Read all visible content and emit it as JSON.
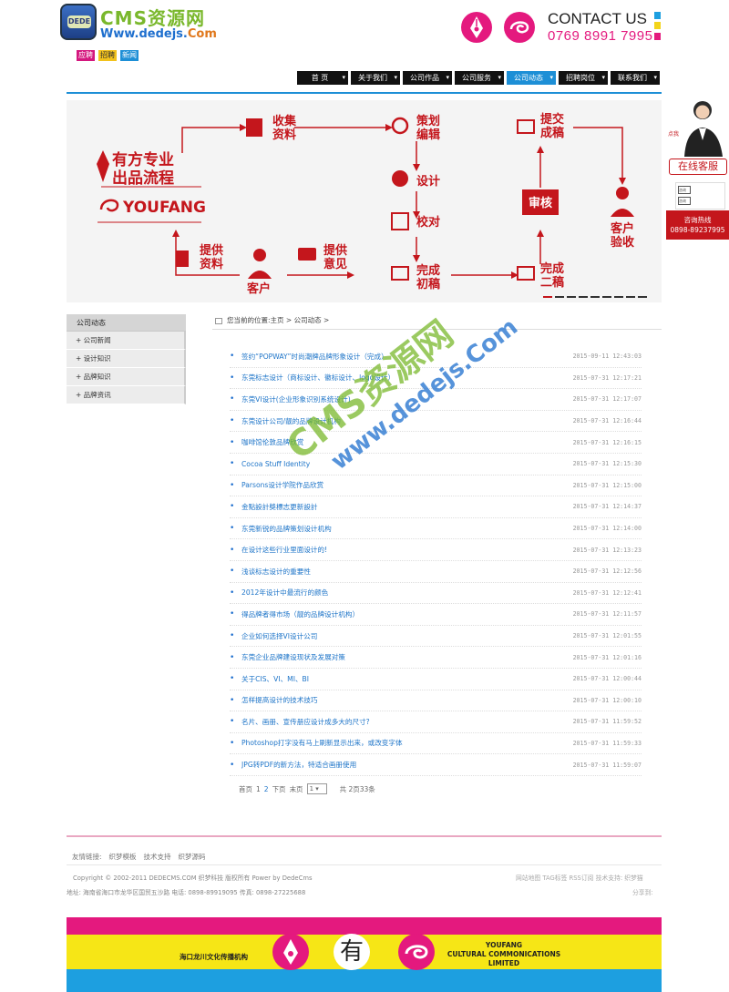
{
  "header": {
    "logo_mark": "DEDE",
    "logo_title": "CMS资源网",
    "logo_url_main": "Www.dedejs.",
    "logo_url_tail": "Com",
    "tags": [
      {
        "label": "应聘",
        "color": "#d4177e"
      },
      {
        "label": "招聘",
        "color": "#f2c21c"
      },
      {
        "label": "新闻",
        "color": "#1d8fd6"
      }
    ],
    "contact_title": "CONTACT US",
    "contact_phone": "0769 8991 7995",
    "cmyk_colors": [
      "#1d9fe0",
      "#f3d41a",
      "#e4197e"
    ]
  },
  "nav": {
    "items": [
      {
        "label": "首 页",
        "active": false
      },
      {
        "label": "关于我们",
        "active": false
      },
      {
        "label": "公司作品",
        "active": false
      },
      {
        "label": "公司服务",
        "active": false
      },
      {
        "label": "公司动态",
        "active": true
      },
      {
        "label": "招聘岗位",
        "active": false
      },
      {
        "label": "联系我们",
        "active": false
      }
    ]
  },
  "banner": {
    "brand_title": "有方专业\n出品流程",
    "brand_name": "YOUFANG",
    "steps": {
      "collect": "收集\n资料",
      "plan": "策划\n编辑",
      "design": "设计",
      "proof": "校对",
      "finish_first": "完成\n初稿",
      "submit_final": "提交\n成稿",
      "review": "审核",
      "finish_second": "完成\n二稿",
      "client_accept": "客户\n验收",
      "provide_material": "提供\n资料",
      "provide_feedback": "提供\n意见",
      "client": "客户"
    }
  },
  "sidebar": {
    "title": "公司动态",
    "items": [
      "+ 公司新闻",
      "+ 设计知识",
      "+ 品牌知识",
      "+ 品牌资讯"
    ]
  },
  "breadcrumb": "您当前的位置:主页 > 公司动态 >",
  "articles": [
    {
      "title": "签约“POPWAY”时尚潮牌品牌形象设计（完成）",
      "date": "2015-09-11 12:43:03"
    },
    {
      "title": "东莞标志设计（商标设计、徽标设计、logo设计）",
      "date": "2015-07-31 12:17:21"
    },
    {
      "title": "东莞VI设计(企业形象识别系统设计)",
      "date": "2015-07-31 12:17:07"
    },
    {
      "title": "东莞设计公司/靓的品牌设计机构",
      "date": "2015-07-31 12:16:44"
    },
    {
      "title": "咖啡馆伦敦品牌欣赏",
      "date": "2015-07-31 12:16:15"
    },
    {
      "title": "Cocoa Stuff Identity",
      "date": "2015-07-31 12:15:30"
    },
    {
      "title": "Parsons设计学院作品欣赏",
      "date": "2015-07-31 12:15:00"
    },
    {
      "title": "金點設計獎標志更新設計",
      "date": "2015-07-31 12:14:37"
    },
    {
      "title": "东莞新锐的品牌策划设计机构",
      "date": "2015-07-31 12:14:00"
    },
    {
      "title": "在设计这些行业里面设计的!",
      "date": "2015-07-31 12:13:23"
    },
    {
      "title": "浅谈标志设计的重要性",
      "date": "2015-07-31 12:12:56"
    },
    {
      "title": "2012年设计中最流行的颜色",
      "date": "2015-07-31 12:12:41"
    },
    {
      "title": "得品牌者得市场（靓的品牌设计机构）",
      "date": "2015-07-31 12:11:57"
    },
    {
      "title": "企业如何选择VI设计公司",
      "date": "2015-07-31 12:01:55"
    },
    {
      "title": "东莞企业品牌建设现状及发展对策",
      "date": "2015-07-31 12:01:16"
    },
    {
      "title": "关于CIS、VI、MI、BI",
      "date": "2015-07-31 12:00:44"
    },
    {
      "title": "怎样提高设计的技术技巧",
      "date": "2015-07-31 12:00:10"
    },
    {
      "title": "名片、画册、宣传册应设计成多大的尺寸?",
      "date": "2015-07-31 11:59:52"
    },
    {
      "title": "Photoshop打字没有马上刷新显示出来，或改变字体",
      "date": "2015-07-31 11:59:33"
    },
    {
      "title": "JPG转PDF的新方法，特适合画册使用",
      "date": "2015-07-31 11:59:07"
    }
  ],
  "pager": {
    "first": "首页",
    "pages": [
      "1",
      "2"
    ],
    "next": "下页",
    "last": "末页",
    "select_value": "1",
    "summary": "共 2页33条"
  },
  "footer": {
    "friends": [
      "友情链接:",
      "织梦模板",
      "技术支持",
      "织梦源码"
    ],
    "copyright": "Copyright © 2002-2011 DEDECMS.COM 织梦科技 版权所有 Power by DedeCms",
    "address": "地址: 海南省海口市龙华区国贸五沙路    电话: 0898-89919095 传真: 0898-27225688",
    "links_right": "网站地图 TAG标签 RSS订阅 技术支持: 织梦猫",
    "links_right2": "分享到:",
    "bottom_left": "海口龙川文化传播机构",
    "bottom_center": "有",
    "bottom_right": "YOUFANG\nCULTURAL COMMONICATIONS\nLIMITED",
    "stripe_colors": [
      "#e4197e",
      "#f6e616",
      "#1d9fe0"
    ]
  },
  "service": {
    "badge": "点我",
    "label": "在线客服",
    "mini": "咨询",
    "hotline_title": "咨询热线",
    "hotline_number": "0898-89237995"
  },
  "watermark": {
    "title": "CMS资源网",
    "url": "www.dedejs.Com"
  }
}
